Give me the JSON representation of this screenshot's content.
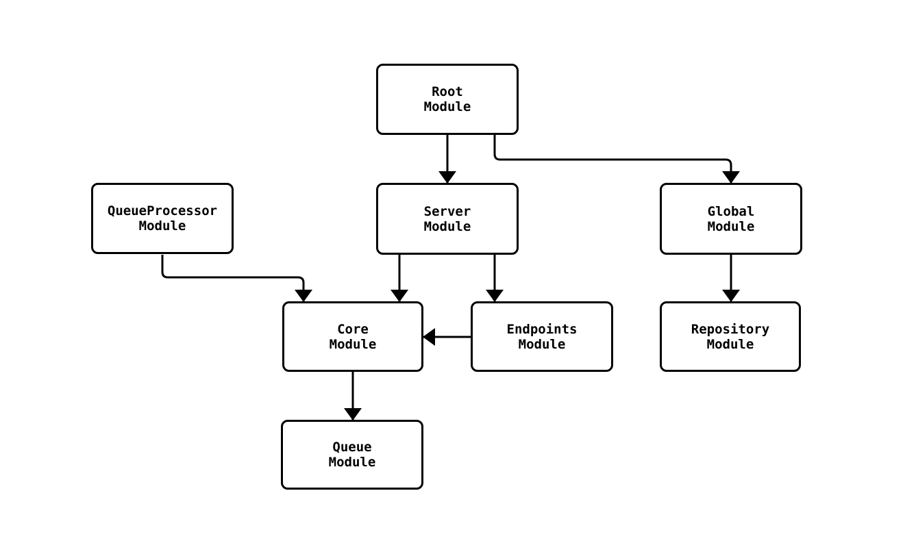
{
  "diagram": {
    "type": "flowchart",
    "background_color": "#ffffff",
    "node_fill_color": "#ffffff",
    "stroke_color": "#000000",
    "nodes": {
      "root": {
        "line1": "Root",
        "line2": "Module"
      },
      "queueprocessor": {
        "line1": "QueueProcessor",
        "line2": "Module"
      },
      "server": {
        "line1": "Server",
        "line2": "Module"
      },
      "global": {
        "line1": "Global",
        "line2": "Module"
      },
      "core": {
        "line1": "Core",
        "line2": "Module"
      },
      "endpoints": {
        "line1": "Endpoints",
        "line2": "Module"
      },
      "repository": {
        "line1": "Repository",
        "line2": "Module"
      },
      "queue": {
        "line1": "Queue",
        "line2": "Module"
      }
    },
    "edges": [
      {
        "from": "Root Module",
        "to": "Server Module"
      },
      {
        "from": "Root Module",
        "to": "Global Module"
      },
      {
        "from": "QueueProcessor Module",
        "to": "Core Module"
      },
      {
        "from": "Server Module",
        "to": "Core Module"
      },
      {
        "from": "Server Module",
        "to": "Endpoints Module"
      },
      {
        "from": "Endpoints Module",
        "to": "Core Module"
      },
      {
        "from": "Global Module",
        "to": "Repository Module"
      },
      {
        "from": "Core Module",
        "to": "Queue Module"
      }
    ]
  }
}
